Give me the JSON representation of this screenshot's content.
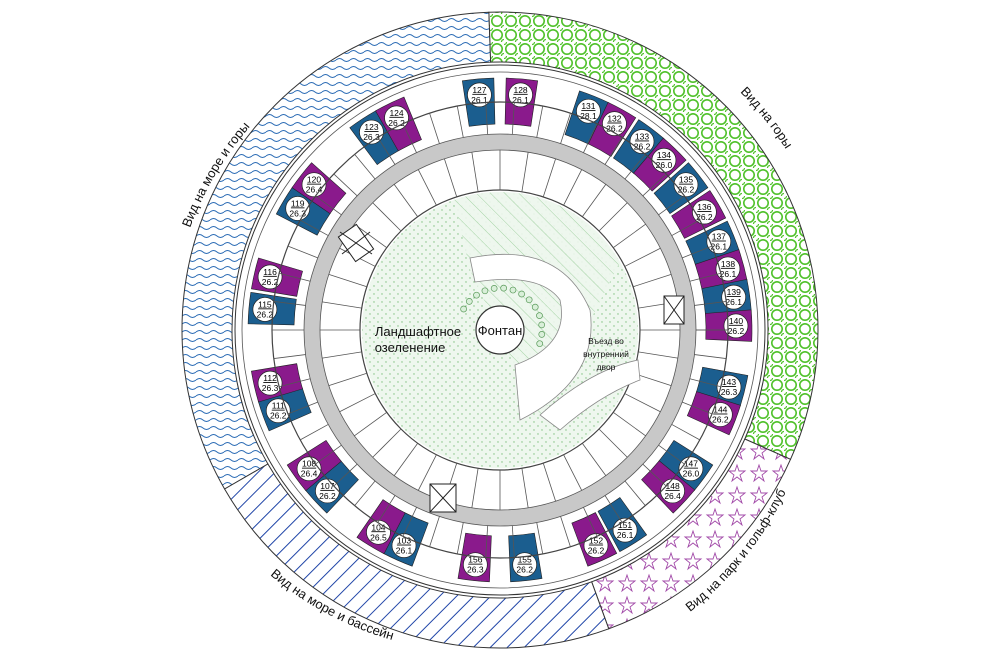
{
  "view_zones": [
    {
      "label": "Вид на море и горы",
      "color": "#1f5fa8"
    },
    {
      "label": "Вид на горы",
      "color": "#59c12c"
    },
    {
      "label": "Вид на парк и гольф-клуб",
      "color": "#b04db8"
    },
    {
      "label": "Вид на море и бассейн",
      "color": "#1f3fa0"
    }
  ],
  "center": {
    "landscape_label_line1": "Ландшафтное",
    "landscape_label_line2": "озеленение",
    "fountain_label": "Фонтан",
    "entrance_label_line1": "Въезд во",
    "entrance_label_line2": "внутренний",
    "entrance_label_line3": "двор"
  },
  "colors": {
    "purple": "#8a1a8c",
    "blue": "#1b5e8f",
    "corridor": "#c8c8c8",
    "green_area": "#e6f2e6"
  },
  "apartments": [
    {
      "num": "127",
      "area": "26.1",
      "angle": -95,
      "pair": "a"
    },
    {
      "num": "128",
      "area": "26.1",
      "angle": -85,
      "pair": "b"
    },
    {
      "num": "131",
      "area": "28.1",
      "angle": -68,
      "pair": "a"
    },
    {
      "num": "132",
      "area": "26.2",
      "angle": -61,
      "pair": "b"
    },
    {
      "num": "133",
      "area": "26.2",
      "angle": -53,
      "pair": "a"
    },
    {
      "num": "134",
      "area": "26.0",
      "angle": -46,
      "pair": "b"
    },
    {
      "num": "135",
      "area": "26.2",
      "angle": -38,
      "pair": "a"
    },
    {
      "num": "136",
      "area": "26.2",
      "angle": -30,
      "pair": "b"
    },
    {
      "num": "137",
      "area": "26.1",
      "angle": -22,
      "pair": "a"
    },
    {
      "num": "138",
      "area": "26.1",
      "angle": -15,
      "pair": "b"
    },
    {
      "num": "139",
      "area": "26.1",
      "angle": -8,
      "pair": "a"
    },
    {
      "num": "140",
      "area": "26.2",
      "angle": -1,
      "pair": "b"
    },
    {
      "num": "143",
      "area": "26.3",
      "angle": 14,
      "pair": "a"
    },
    {
      "num": "144",
      "area": "26.2",
      "angle": 21,
      "pair": "b"
    },
    {
      "num": "147",
      "area": "26.0",
      "angle": 36,
      "pair": "a"
    },
    {
      "num": "148",
      "area": "26.4",
      "angle": 43,
      "pair": "b"
    },
    {
      "num": "151",
      "area": "26.1",
      "angle": 58,
      "pair": "a"
    },
    {
      "num": "152",
      "area": "26.2",
      "angle": 66,
      "pair": "b"
    },
    {
      "num": "155",
      "area": "26.2",
      "angle": 84,
      "pair": "a"
    },
    {
      "num": "156",
      "area": "26.3",
      "angle": 96,
      "pair": "b"
    },
    {
      "num": "103",
      "area": "26.1",
      "angle": 114,
      "pair": "a"
    },
    {
      "num": "104",
      "area": "26.5",
      "angle": 121,
      "pair": "b"
    },
    {
      "num": "107",
      "area": "26.2",
      "angle": 137,
      "pair": "a"
    },
    {
      "num": "108",
      "area": "26.4",
      "angle": 144,
      "pair": "b"
    },
    {
      "num": "111",
      "area": "26.2",
      "angle": 160,
      "pair": "a"
    },
    {
      "num": "112",
      "area": "26.3",
      "angle": 167,
      "pair": "b"
    },
    {
      "num": "115",
      "area": "26.2",
      "angle": 185,
      "pair": "a"
    },
    {
      "num": "116",
      "area": "26.2",
      "angle": 193,
      "pair": "b"
    },
    {
      "num": "119",
      "area": "26.3",
      "angle": 211,
      "pair": "a"
    },
    {
      "num": "120",
      "area": "26.4",
      "angle": 218,
      "pair": "b"
    },
    {
      "num": "123",
      "area": "26.3",
      "angle": 237,
      "pair": "a"
    },
    {
      "num": "124",
      "area": "26.2",
      "angle": 244,
      "pair": "b"
    }
  ]
}
